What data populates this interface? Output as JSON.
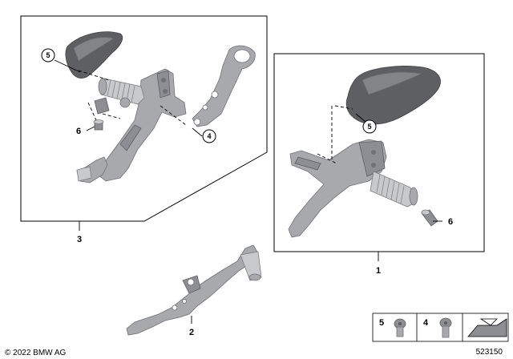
{
  "callouts": {
    "c1": "1",
    "c2": "2",
    "c3": "3",
    "c4_assembly": "4",
    "c5_assembly_a": "5",
    "c5_assembly_b": "5",
    "c6_assembly_a": "6",
    "c6_assembly_b": "6"
  },
  "legend": {
    "label_5": "5",
    "label_4": "4"
  },
  "footer": {
    "copyright": "© 2022 BMW AG",
    "diagram_number": "523150"
  }
}
